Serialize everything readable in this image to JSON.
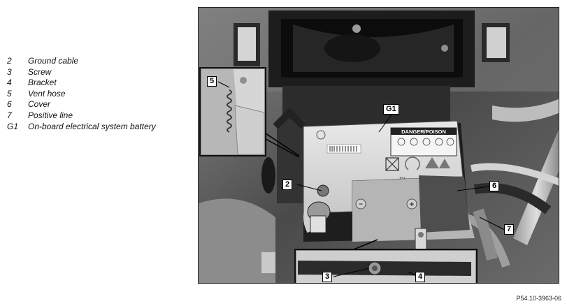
{
  "legend": [
    {
      "num": "2",
      "text": "Ground cable"
    },
    {
      "num": "3",
      "text": "Screw"
    },
    {
      "num": "4",
      "text": "Bracket"
    },
    {
      "num": "5",
      "text": "Vent hose"
    },
    {
      "num": "6",
      "text": "Cover"
    },
    {
      "num": "7",
      "text": "Positive line"
    },
    {
      "num": "G1",
      "text": "On-board electrical system battery"
    }
  ],
  "callouts": {
    "g1": "G1",
    "c2": "2",
    "c3": "3",
    "c4": "4",
    "c5": "5",
    "c6": "6",
    "c7": "7"
  },
  "battery_label": {
    "warning": "DANGER/POISON",
    "lead": "Pb",
    "minus": "−",
    "plus": "+"
  },
  "figure_ref": "P54.10-3963-06"
}
